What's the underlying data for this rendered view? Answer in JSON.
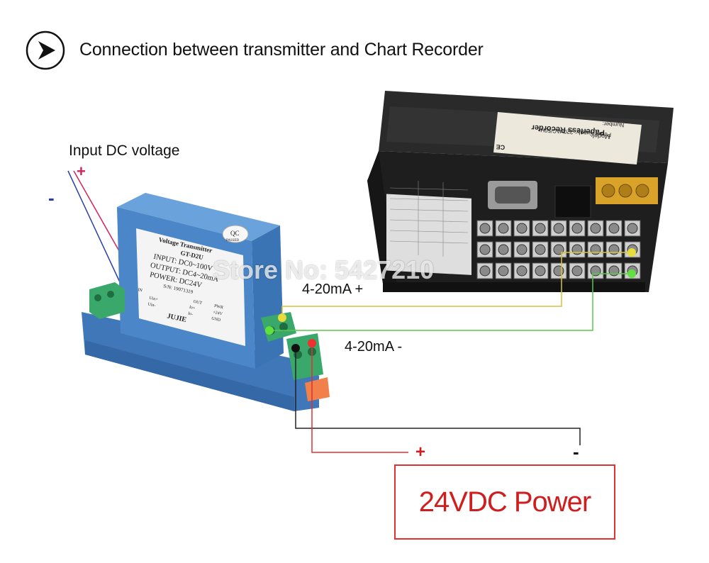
{
  "title": "Connection between transmitter and Chart Recorder",
  "labels": {
    "input_dc_voltage": "Input DC voltage",
    "input_plus": "+",
    "input_minus": "-",
    "signal_plus": "4-20mA +",
    "signal_minus": "4-20mA -",
    "power_plus": "+",
    "power_minus": "-",
    "power_supply": "24VDC Power"
  },
  "watermark": "Store No: 5427210",
  "transmitter": {
    "name": "Voltage Transmitter",
    "model": "GT-D2U",
    "input": "INPUT: DC0~100V",
    "output": "OUTPUT: DC4~20mA",
    "power": "POWER: DC24V",
    "serial": "S/N: 19071319",
    "brand": "JUJIE",
    "qc": "QC",
    "qc_sub": "PASSED",
    "in_label": "IN",
    "out_label": "OUT",
    "pwr_label": "PWR",
    "uin_plus": "Uin+",
    "uin_minus": "Uin-",
    "io_plus": "Io+",
    "io_minus": "Io-",
    "v24": "+24V",
    "gnd": "GND"
  },
  "recorder": {
    "product": "Paperless Recorder",
    "model_label": "Model:",
    "power_supply": "Power Supply: 220VAC/50Hz",
    "number_label": "Number:",
    "ce": "CE"
  },
  "colors": {
    "wire_yellow": "#d6c23a",
    "wire_green": "#58c84a",
    "wire_red": "#e03030",
    "wire_black": "#222222",
    "input_plus": "#d0245a",
    "input_minus": "#2a3da8",
    "transmitter_body": "#4a86c8",
    "terminal_green": "#3aa86a"
  }
}
